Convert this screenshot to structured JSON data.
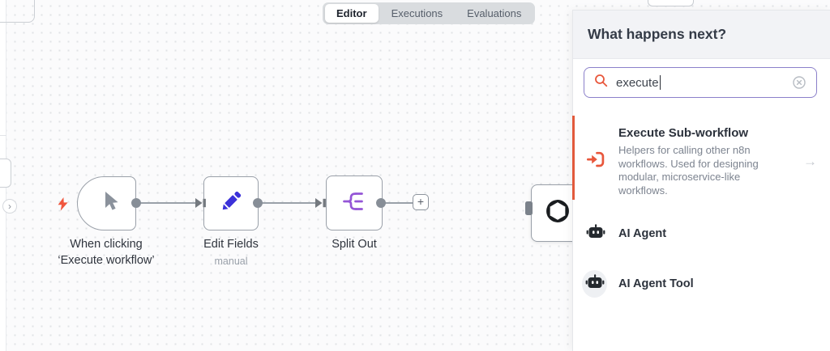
{
  "tabs": [
    "Editor",
    "Executions",
    "Evaluations"
  ],
  "canvas": {
    "nodes": [
      {
        "label": "When clicking",
        "label2": "‘Execute workflow’"
      },
      {
        "label": "Edit Fields",
        "subtitle": "manual"
      },
      {
        "label": "Split Out"
      },
      {
        "label": ""
      }
    ],
    "add_button": "+"
  },
  "panel": {
    "title": "What happens next?",
    "search": {
      "value": "execute"
    },
    "items": [
      {
        "name": "Execute Sub-workflow",
        "description": "Helpers for calling other n8n workflows. Used for designing modular, microservice-like workflows."
      },
      {
        "name": "AI Agent"
      },
      {
        "name": "AI Agent Tool"
      }
    ]
  },
  "icons": {
    "chevron_right": "›",
    "arrow_right": "→"
  },
  "colors": {
    "accent_orange": "#e25a3c",
    "pencil_blue": "#3b31d9",
    "split_purple": "#9455d6",
    "search_border": "#8b80ca"
  }
}
